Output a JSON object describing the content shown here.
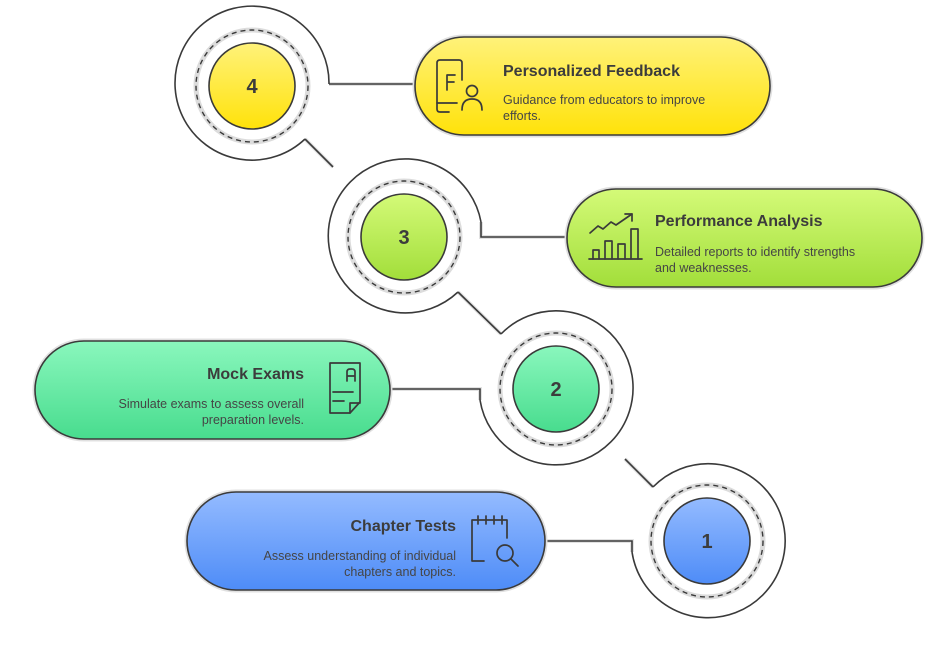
{
  "diagram": {
    "type": "numbered-step-flow",
    "steps": [
      {
        "number": "1",
        "title": "Chapter Tests",
        "description_lines": [
          "Assess understanding of individual",
          "chapters and topics."
        ],
        "icon": "calendar-search-icon",
        "color_top": "#94BBFF",
        "color_bottom": "#4E8CF7"
      },
      {
        "number": "2",
        "title": "Mock Exams",
        "description_lines": [
          "Simulate exams to assess overall",
          "preparation levels."
        ],
        "icon": "exam-paper-icon",
        "color_top": "#8AF7BD",
        "color_bottom": "#48DC8E"
      },
      {
        "number": "3",
        "title": "Performance Analysis",
        "description_lines": [
          "Detailed reports to identify strengths",
          "and weaknesses."
        ],
        "icon": "growth-chart-icon",
        "color_top": "#D4FA78",
        "color_bottom": "#A2DE3A"
      },
      {
        "number": "4",
        "title": "Personalized Feedback",
        "description_lines": [
          "Guidance from educators to improve",
          "efforts."
        ],
        "icon": "feedback-person-icon",
        "color_top": "#FFF27A",
        "color_bottom": "#FFE20A"
      }
    ]
  }
}
